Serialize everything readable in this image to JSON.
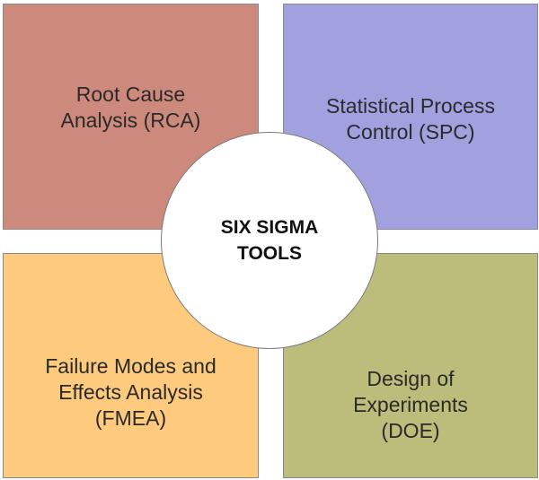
{
  "center": {
    "lines": [
      "SIX SIGMA",
      "TOOLS"
    ]
  },
  "quadrants": [
    {
      "lines": [
        "Root Cause",
        "Analysis (RCA)"
      ],
      "color": "#cd8a7c"
    },
    {
      "lines": [
        "Statistical Process",
        "Control (SPC)"
      ],
      "color": "#a1a1e0"
    },
    {
      "lines": [
        "Failure Modes and",
        "Effects Analysis",
        "(FMEA)"
      ],
      "color": "#fdca7e"
    },
    {
      "lines": [
        "Design of",
        "Experiments",
        "(DOE)"
      ],
      "color": "#bcbd7a"
    }
  ]
}
